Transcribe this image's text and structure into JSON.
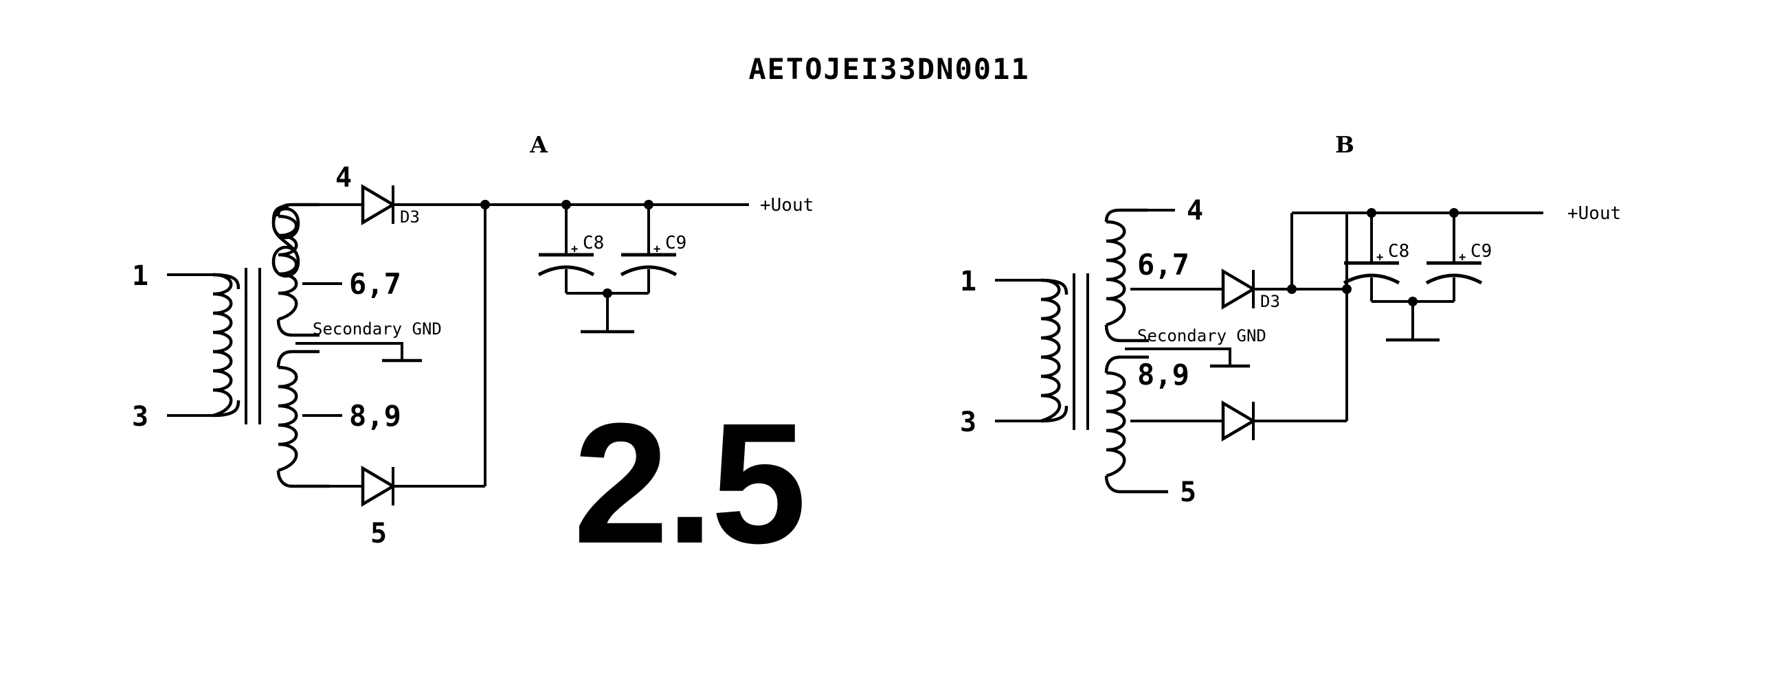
{
  "title": "AETOJEI33DN0011",
  "watermark": "2.5",
  "colors": {
    "ink": "#000000",
    "background": "#ffffff"
  },
  "circuits": [
    {
      "id": "A",
      "section_label": "A",
      "primary": {
        "pin_top": "1",
        "pin_bottom": "3"
      },
      "secondary": {
        "pin_top": "4",
        "pin_bottom": "5",
        "tap_upper": "6,7",
        "tap_lower": "8,9"
      },
      "ground_label": "Secondary GND",
      "diodes": [
        {
          "ref": "D3",
          "show_ref": true
        },
        {
          "ref": "",
          "show_ref": false
        }
      ],
      "capacitors": [
        {
          "ref": "C8",
          "polarity": "+"
        },
        {
          "ref": "C9",
          "polarity": "+"
        }
      ],
      "output_label": "+Uout"
    },
    {
      "id": "B",
      "section_label": "B",
      "primary": {
        "pin_top": "1",
        "pin_bottom": "3"
      },
      "secondary": {
        "pin_top": "4",
        "pin_bottom": "5",
        "tap_upper": "6,7",
        "tap_lower": "8,9"
      },
      "ground_label": "Secondary GND",
      "diodes": [
        {
          "ref": "D3",
          "show_ref": true
        },
        {
          "ref": "",
          "show_ref": false
        }
      ],
      "capacitors": [
        {
          "ref": "C8",
          "polarity": "+"
        },
        {
          "ref": "C9",
          "polarity": "+"
        }
      ],
      "output_label": "+Uout"
    }
  ]
}
